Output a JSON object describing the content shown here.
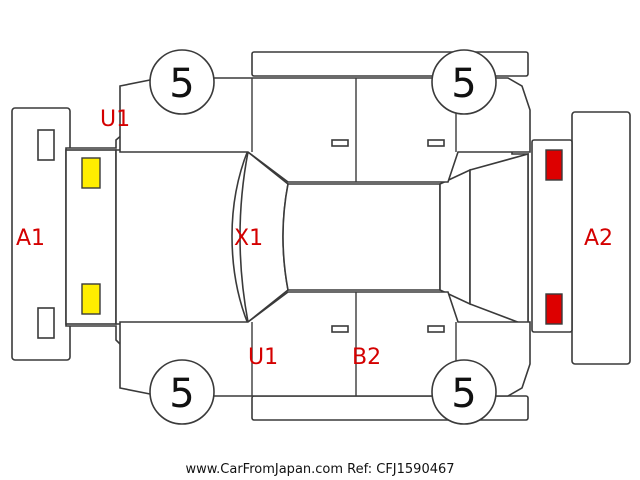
{
  "tires": {
    "front_left": "5",
    "front_right": "5",
    "rear_left": "5",
    "rear_right": "5"
  },
  "damage_labels": {
    "front_bumper": "A1",
    "rear_bumper": "A2",
    "hood": "X1",
    "left_front_fender": "U1",
    "right_front_fender": "U1",
    "right_rear_door": "B2"
  },
  "colors": {
    "damage_text": "#d40000",
    "headlight": "#ffee00",
    "taillight": "#dd0000",
    "outline": "#3a3a3a"
  },
  "footer": {
    "watermark": "www.CarFromJapan.com Ref: CFJ1590467"
  }
}
